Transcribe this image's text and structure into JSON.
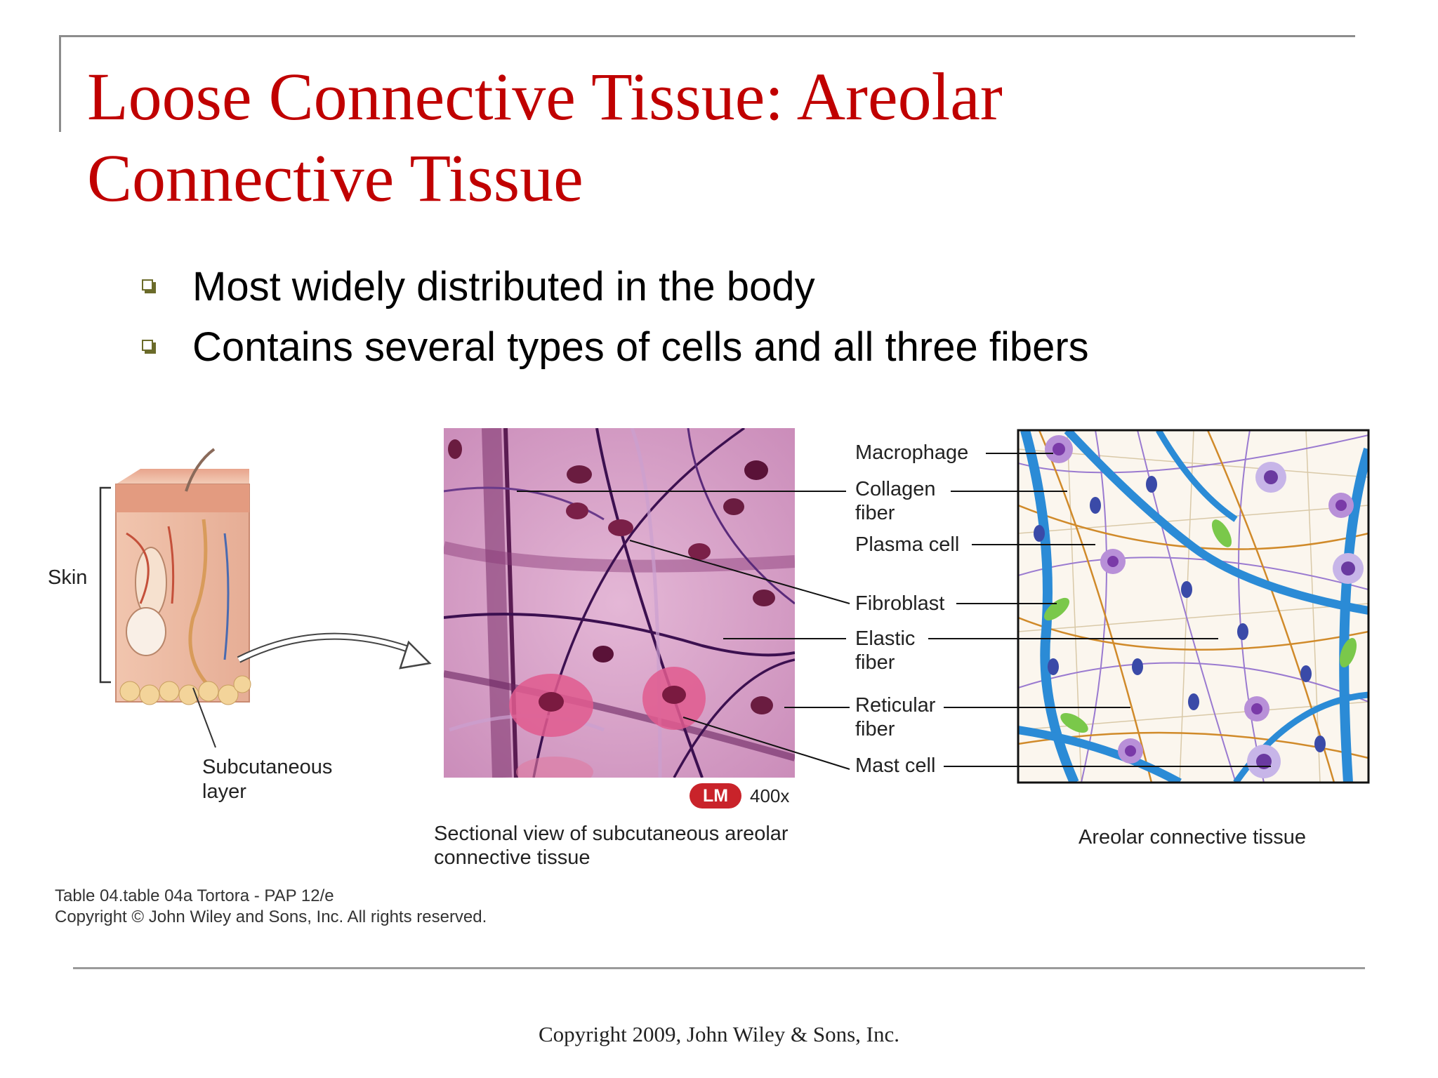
{
  "slide": {
    "title": "Loose Connective Tissue:  Areolar Connective Tissue",
    "bullets": [
      "Most widely distributed in the body",
      "Contains several types of cells and all three fibers"
    ],
    "footer": "Copyright 2009, John Wiley & Sons, Inc."
  },
  "figure": {
    "skin_label": "Skin",
    "subcutaneous_label_line1": "Subcutaneous",
    "subcutaneous_label_line2": "layer",
    "micrograph_badge": "LM",
    "magnification": "400x",
    "micrograph_caption_line1": "Sectional view of subcutaneous areolar",
    "micrograph_caption_line2": "connective tissue",
    "diagram_caption": "Areolar connective tissue",
    "callouts": {
      "macrophage": "Macrophage",
      "collagen_line1": "Collagen",
      "collagen_line2": "fiber",
      "plasma_cell": "Plasma cell",
      "fibroblast": "Fibroblast",
      "elastic_line1": "Elastic",
      "elastic_line2": "fiber",
      "reticular_line1": "Reticular",
      "reticular_line2": "fiber",
      "mast_cell": "Mast cell"
    },
    "credit_line1": "Table 04.table 04a  Tortora - PAP 12/e",
    "credit_line2": "Copyright © John Wiley and Sons, Inc. All rights reserved."
  },
  "colors": {
    "title": "#c00000",
    "badge": "#c9232a",
    "micrograph_bg": "#d8a0c8",
    "collagen": "#2b8bd6",
    "reticular": "#d08a2a",
    "elastic": "#8a60c0"
  }
}
